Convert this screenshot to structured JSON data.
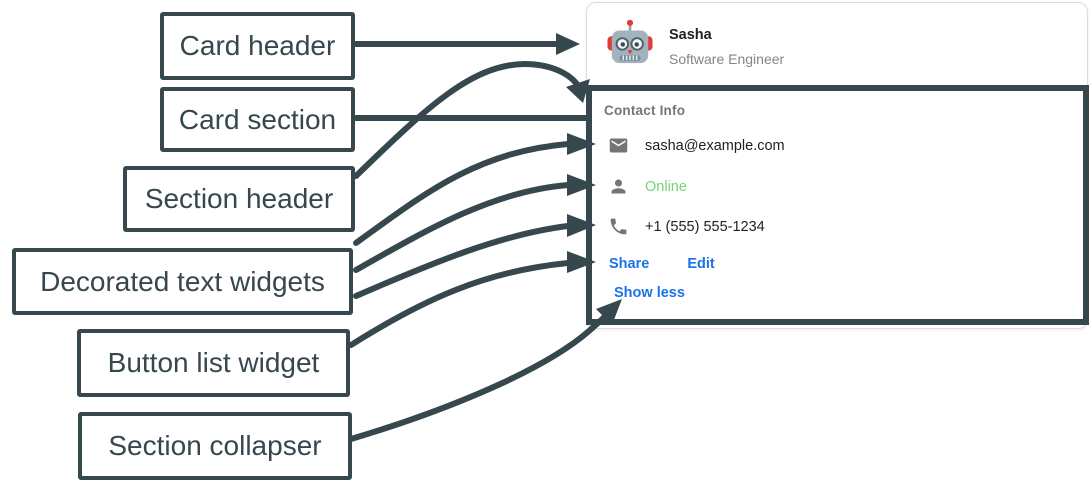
{
  "diagram": {
    "labels": [
      {
        "id": "card-header",
        "text": "Card header"
      },
      {
        "id": "card-section",
        "text": "Card section"
      },
      {
        "id": "section-header",
        "text": "Section header"
      },
      {
        "id": "decorated-text-widgets",
        "text": "Decorated text widgets"
      },
      {
        "id": "button-list-widget",
        "text": "Button list widget"
      },
      {
        "id": "section-collapser",
        "text": "Section collapser"
      }
    ]
  },
  "card": {
    "header": {
      "avatar_icon": "robot-avatar-icon",
      "name": "Sasha",
      "subtitle": "Software Engineer"
    },
    "section": {
      "header": "Contact Info",
      "rows": [
        {
          "icon": "email-icon",
          "text": "sasha@example.com"
        },
        {
          "icon": "person-icon",
          "text": "Online",
          "status_color": "#75D375"
        },
        {
          "icon": "phone-icon",
          "text": "+1 (555) 555-1234"
        }
      ],
      "buttons": [
        {
          "label": "Share"
        },
        {
          "label": "Edit"
        }
      ],
      "collapser_label": "Show less"
    }
  },
  "colors": {
    "annotation_slate": "#36474D",
    "link_blue": "#1A73E8",
    "online_green": "#75D375",
    "muted_gray": "#757575",
    "text_dark": "#202124",
    "card_border_gray": "#DADCE0"
  }
}
